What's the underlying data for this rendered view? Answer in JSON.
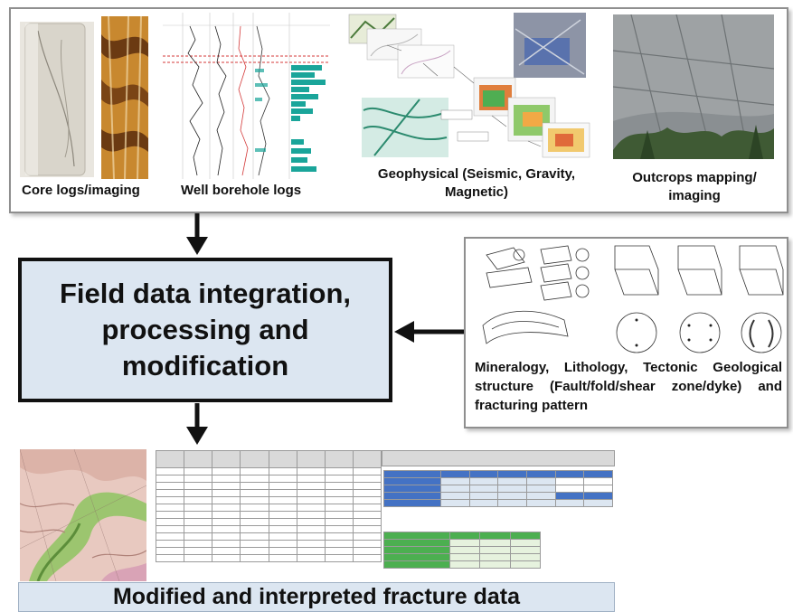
{
  "top_panel": {
    "captions": {
      "core": "Core logs/imaging",
      "well": "Well borehole logs",
      "geophysical": "Geophysical (Seismic, Gravity,\nMagnetic)",
      "outcrops": "Outcrops mapping/\nimaging"
    }
  },
  "center_box": {
    "text": "Field data integration,\nprocessing and\nmodification"
  },
  "right_panel": {
    "caption": "Mineralogy, Lithology, Tectonic Geological structure (Fault/fold/shear zone/dyke) and fracturing pattern"
  },
  "bottom": {
    "banner": "Modified and interpreted fracture data"
  },
  "colors": {
    "box_fill": "#dce6f1",
    "arrow": "#111111",
    "table_blue": "#4472c4",
    "table_green": "#4caf50"
  }
}
